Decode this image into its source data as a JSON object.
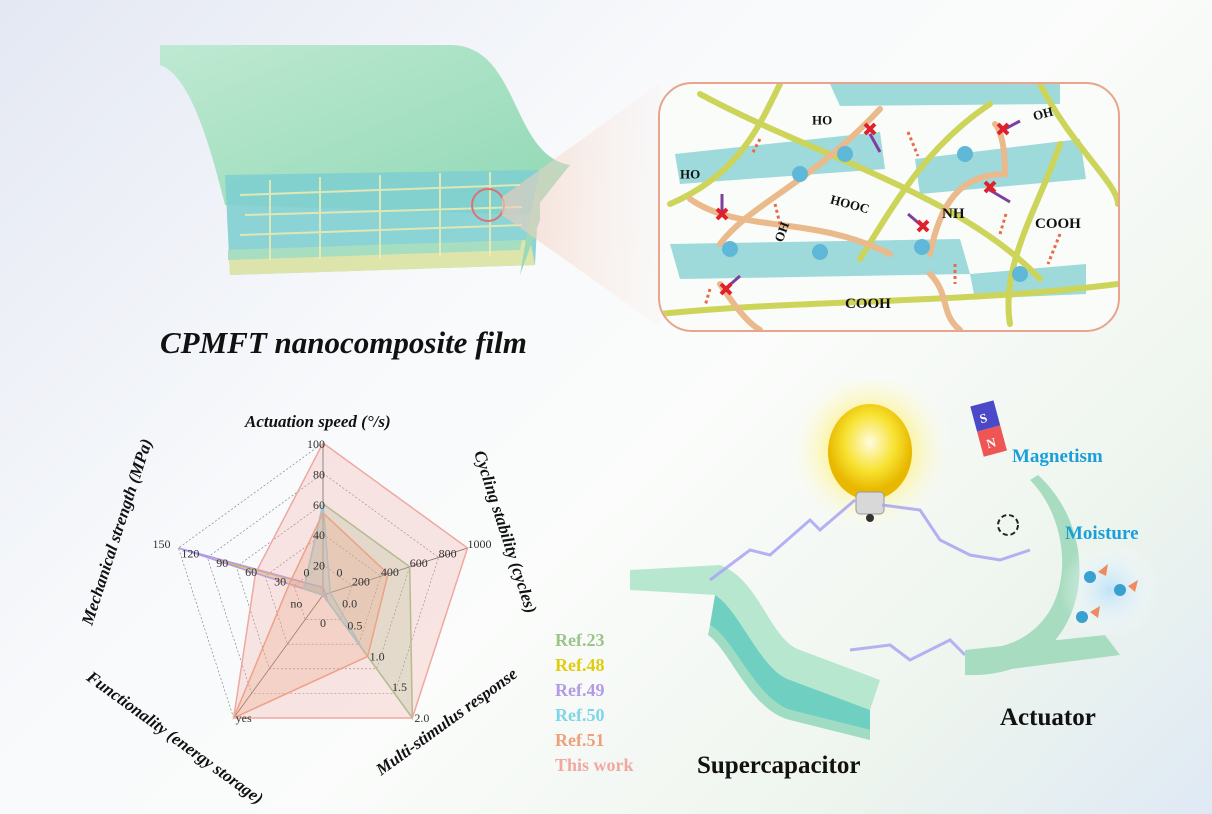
{
  "film": {
    "title": "CPMFT nanocomposite film"
  },
  "microstructure": {
    "labels": [
      "HO",
      "HO",
      "HOOC",
      "OH",
      "NH",
      "OH",
      "COOH",
      "COOH"
    ],
    "colors": {
      "sheet": "#8fd3d6",
      "fiber_yellow": "#cdd45a",
      "fiber_orange": "#eab98c",
      "border": "#e8a48c"
    }
  },
  "chart_data": {
    "type": "radar",
    "axes": [
      {
        "label": "Actuation speed (°/s)",
        "range": [
          0,
          100
        ],
        "ticks": [
          "0",
          "20",
          "40",
          "60",
          "80",
          "100"
        ]
      },
      {
        "label": "Cycling stability (cycles)",
        "range": [
          0,
          1000
        ],
        "ticks": [
          "0.0",
          "200",
          "400",
          "600",
          "800",
          "1000"
        ]
      },
      {
        "label": "Multi-stimulus response",
        "range": [
          0,
          2
        ],
        "ticks": [
          "0",
          "0.5",
          "1.0",
          "1.5",
          "2.0"
        ]
      },
      {
        "label": "Functionality (energy storage)",
        "range": [
          0,
          1
        ],
        "ticks": [
          "no",
          "yes"
        ]
      },
      {
        "label": "Mechanical strength (MPa)",
        "range": [
          0,
          150
        ],
        "ticks": [
          "0",
          "30",
          "60",
          "90",
          "120",
          "150"
        ]
      }
    ],
    "series": [
      {
        "name": "Ref.23",
        "color": "#9cc48a",
        "values": [
          60,
          600,
          2.0,
          0,
          20
        ]
      },
      {
        "name": "Ref.48",
        "color": "#e0cc10",
        "values": [
          5,
          20,
          0.1,
          0,
          115
        ]
      },
      {
        "name": "Ref.49",
        "color": "#b49ae6",
        "values": [
          5,
          20,
          0.1,
          0,
          150
        ]
      },
      {
        "name": "Ref.50",
        "color": "#7fd6e8",
        "values": [
          60,
          50,
          0.9,
          0,
          20
        ]
      },
      {
        "name": "Ref.51",
        "color": "#eda07a",
        "values": [
          54,
          450,
          1.0,
          1,
          35
        ]
      },
      {
        "name": "This work",
        "color": "#f0a8a0",
        "values": [
          100,
          1000,
          2.0,
          1,
          70
        ]
      }
    ]
  },
  "applications": {
    "magnetism": "Magnetism",
    "moisture": "Moisture",
    "supercapacitor": "Supercapacitor",
    "actuator": "Actuator",
    "magnet_poles": [
      "S",
      "N"
    ]
  }
}
